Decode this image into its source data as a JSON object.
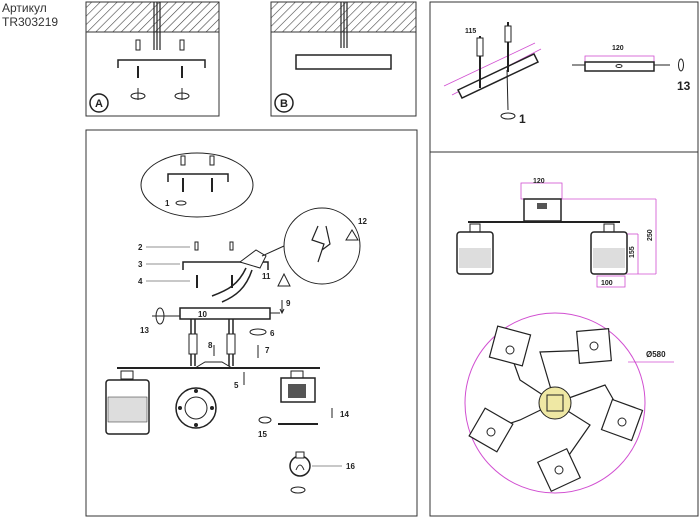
{
  "header": {
    "label": "Артикул",
    "code": "TR303219"
  },
  "panel_a": {
    "badge": "A"
  },
  "panel_b": {
    "badge": "B"
  },
  "panel_1": {
    "dim": "115",
    "step": "1"
  },
  "panel_13": {
    "dim": "120",
    "step": "13"
  },
  "assembly": {
    "parts": [
      "1",
      "2",
      "3",
      "4",
      "5",
      "6",
      "7",
      "8",
      "9",
      "10",
      "11",
      "12",
      "13",
      "14",
      "15",
      "16"
    ]
  },
  "dimensions": {
    "width_top": "120",
    "height": "250",
    "shade_h": "155",
    "shade_w": "100",
    "diameter": "Ø580"
  },
  "colors": {
    "pink": "#d14fd1",
    "yellow": "#efe8a4",
    "hatch": "#555"
  }
}
